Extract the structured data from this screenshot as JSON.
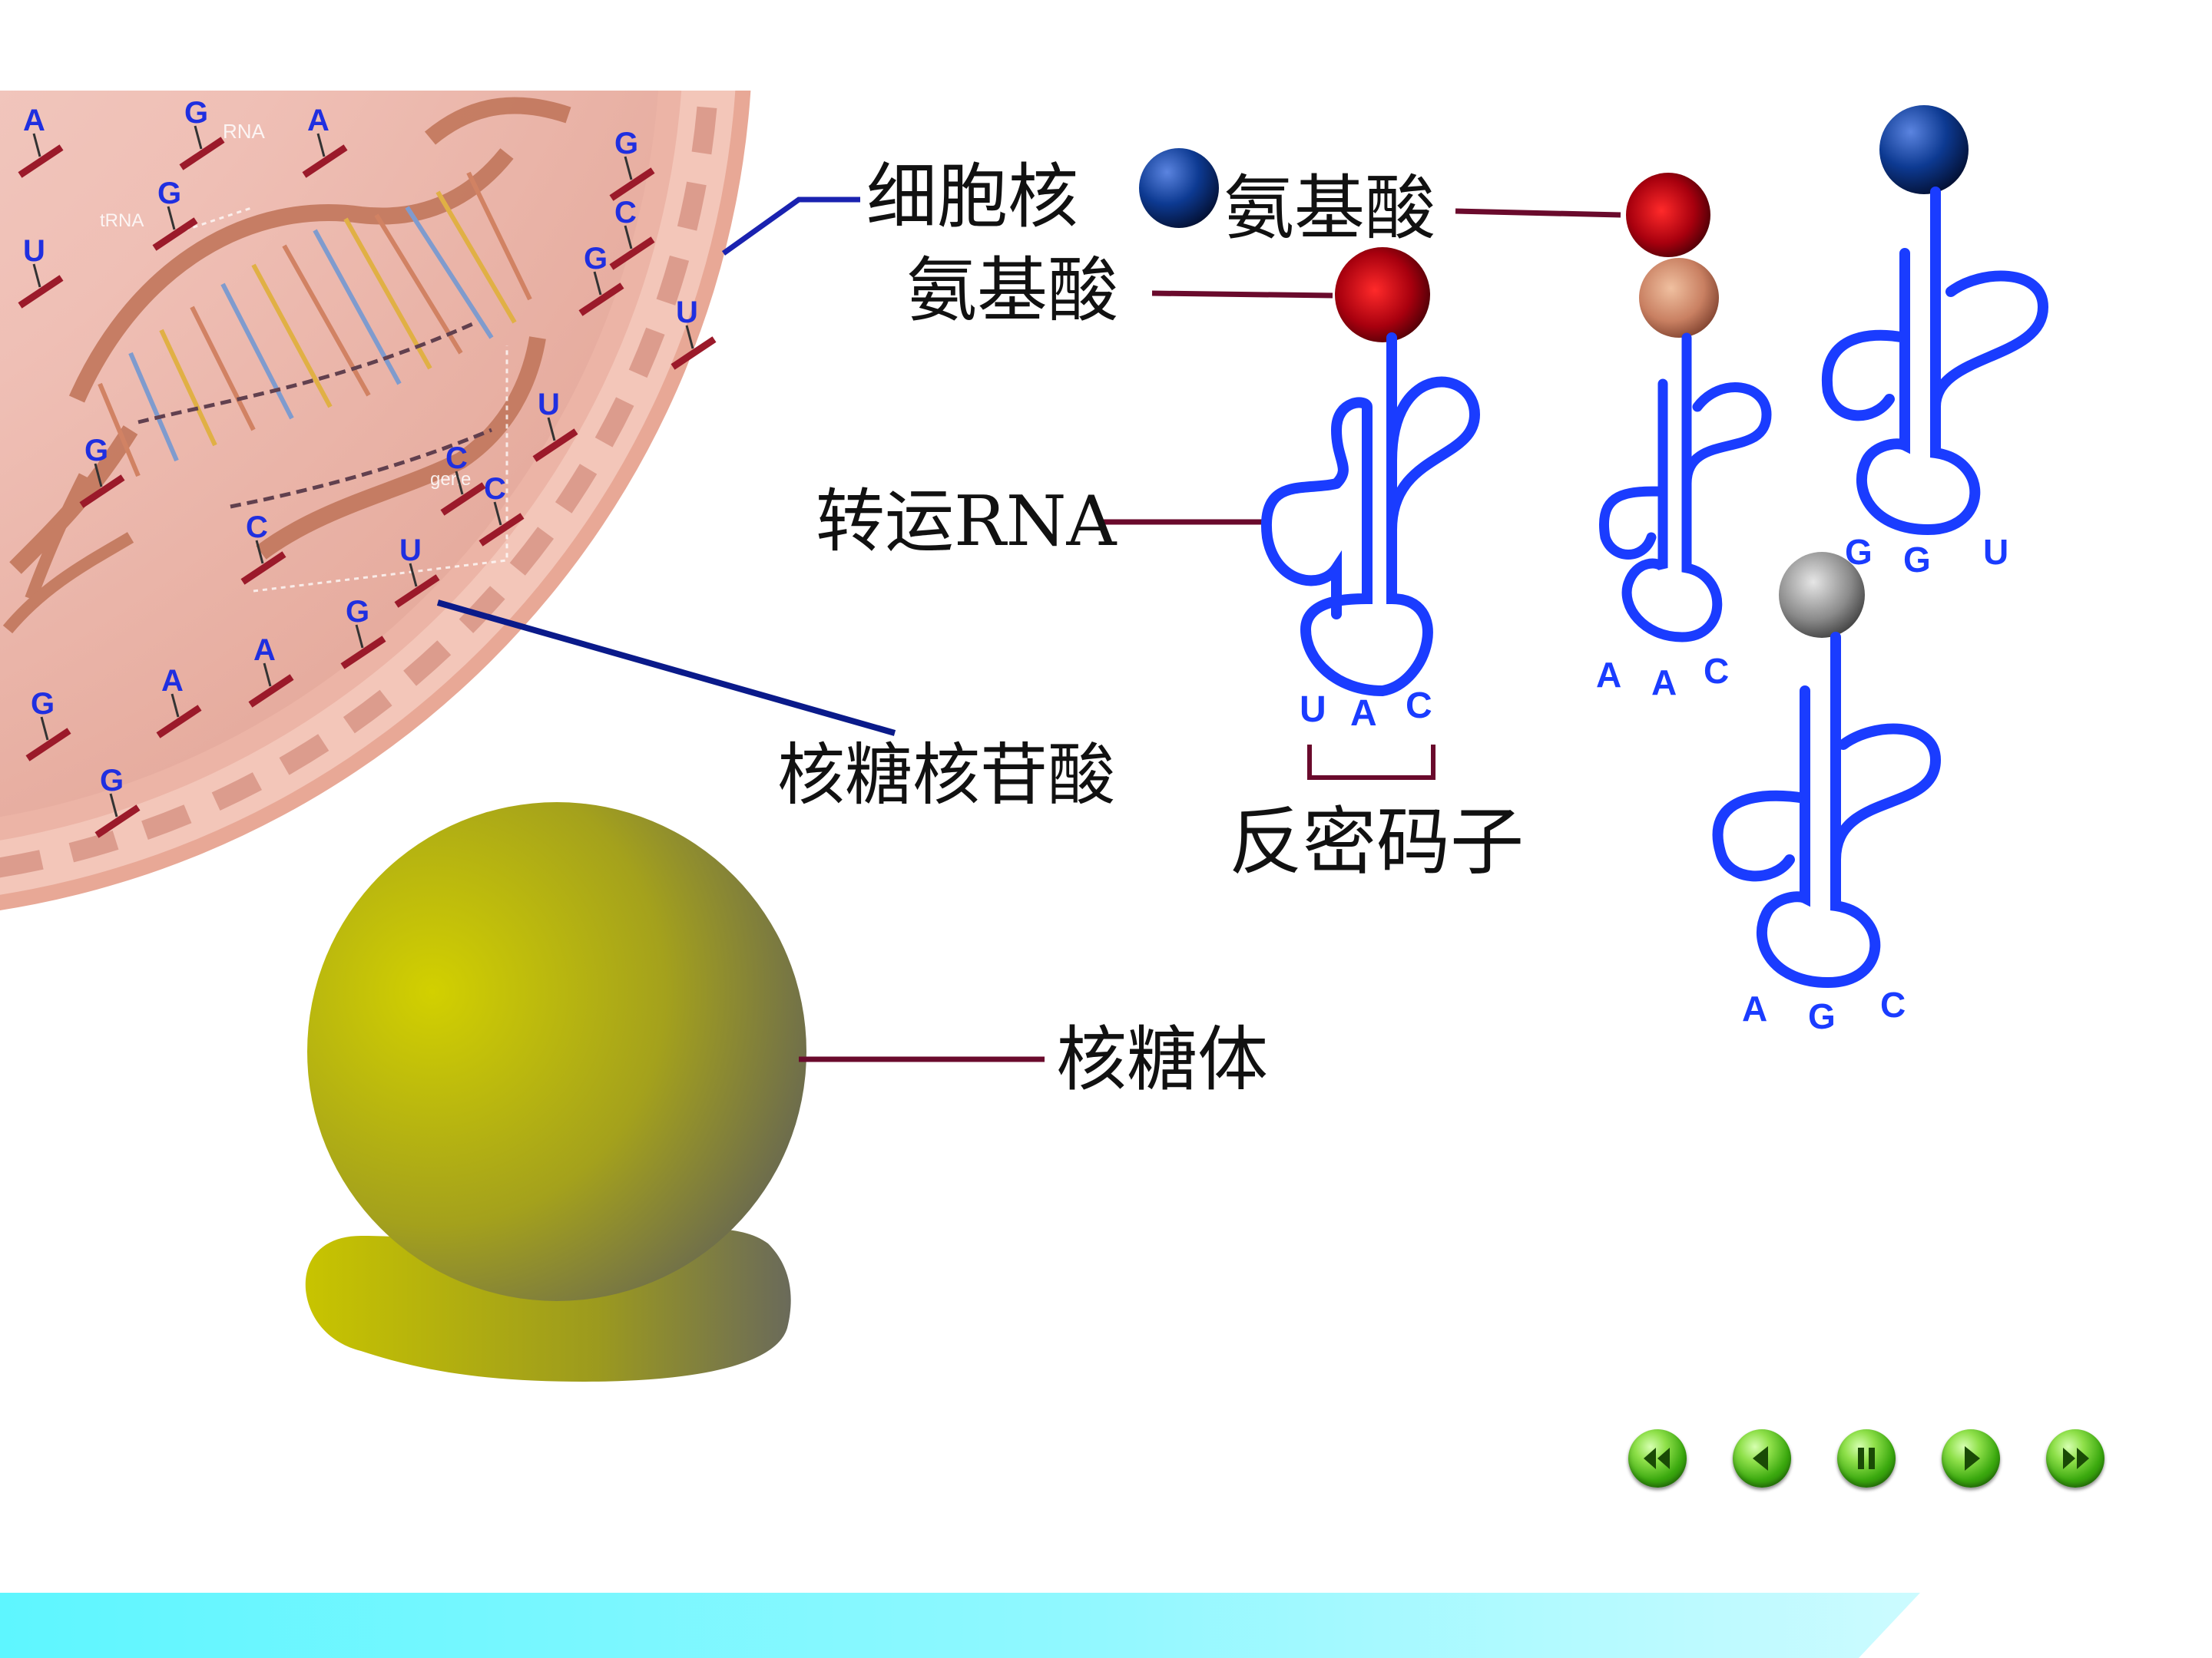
{
  "labels": {
    "nucleus": "细胞核",
    "amino_acid_top": "氨基酸",
    "amino_acid_left": "氨基酸",
    "trna": "转运RNA",
    "ribonucleotide": "核糖核苷酸",
    "anticodon": "反密码子",
    "ribosome": "核糖体"
  },
  "cell": {
    "rna_label": "RNA",
    "small_label": "tRNA",
    "gene_label": "gene"
  },
  "trnas": [
    {
      "anticodon": [
        "U",
        "A",
        "C"
      ],
      "amino_acid_color": "#b00012"
    },
    {
      "anticodon": [
        "A",
        "A",
        "C"
      ],
      "amino_acid_color": "#c98062"
    },
    {
      "anticodon": [
        "G",
        "G",
        "U"
      ],
      "amino_acid_color": "#0c2f86"
    },
    {
      "anticodon": [
        "A",
        "G",
        "C"
      ],
      "amino_acid_color": "#6a6a6a"
    }
  ],
  "free_amino_acids": [
    {
      "name": "blue",
      "color": "#0d3a92"
    },
    {
      "name": "red",
      "color": "#a8000e"
    }
  ],
  "nucleotides": [
    "A",
    "G",
    "A",
    "G",
    "U",
    "G",
    "C",
    "U",
    "C",
    "U",
    "G",
    "A",
    "A",
    "G",
    "G",
    "C",
    "U",
    "G",
    "C",
    "G"
  ],
  "colors": {
    "trna": "#1a3cff",
    "label_line": "#6a0a2c",
    "nucleus_line": "#1a22b0",
    "ribosome": "#c8c400",
    "nucleotide_letter": "#1f2fe0",
    "nucleotide_stem": "#9b1a2a",
    "cell_inner": "#f0c2ba",
    "cell_membrane": "#e8a896"
  },
  "controls": [
    {
      "name": "first-button",
      "icon": "rewind-icon"
    },
    {
      "name": "previous-button",
      "icon": "previous-icon"
    },
    {
      "name": "pause-button",
      "icon": "pause-icon"
    },
    {
      "name": "next-button",
      "icon": "next-icon"
    },
    {
      "name": "last-button",
      "icon": "fast-forward-icon"
    }
  ]
}
